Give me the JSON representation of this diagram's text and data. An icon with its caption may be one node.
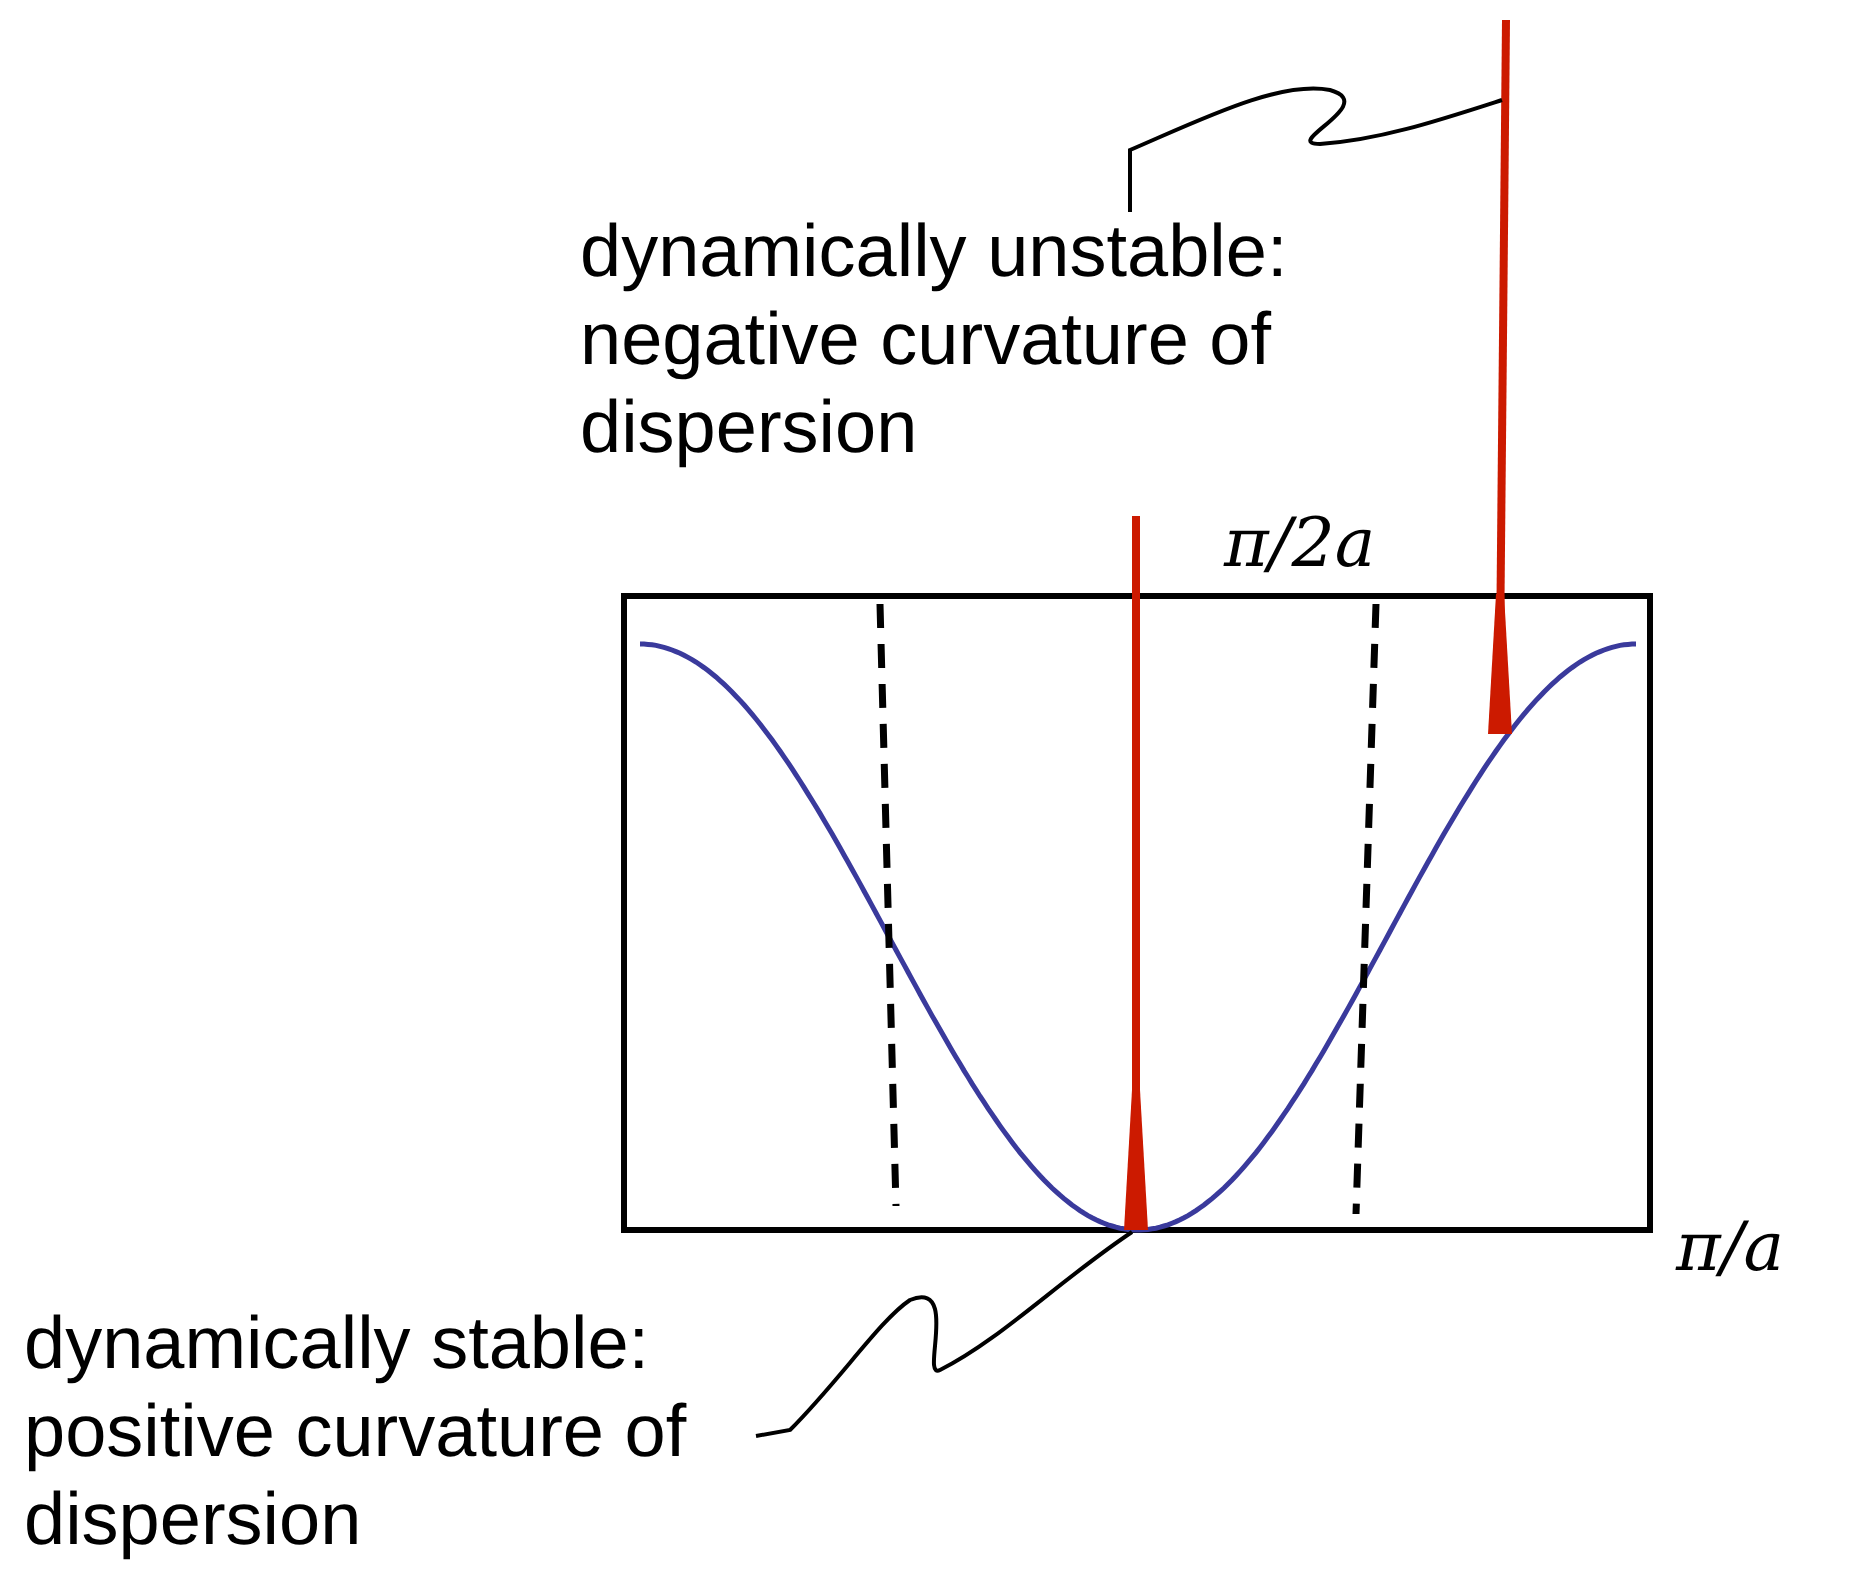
{
  "diagram": {
    "nodes": [
      {
        "text": [
          "dynamically unstable: negative curvature of dispersion"
        ]
      },
      {
        "text": [],
        "shape": "arrow"
      },
      {
        "text": [
          "dynamically stable: positive curvature of dispersion"
        ]
      },
      {
        "text": [],
        "shape": "arrow"
      }
    ],
    "edges": [
      {
        "from": 0,
        "to": 1,
        "arrow": "none"
      },
      {
        "from": 2,
        "to": 3,
        "arrow": "none"
      }
    ],
    "labels": [
      "π/2a",
      "π/a"
    ]
  }
}
